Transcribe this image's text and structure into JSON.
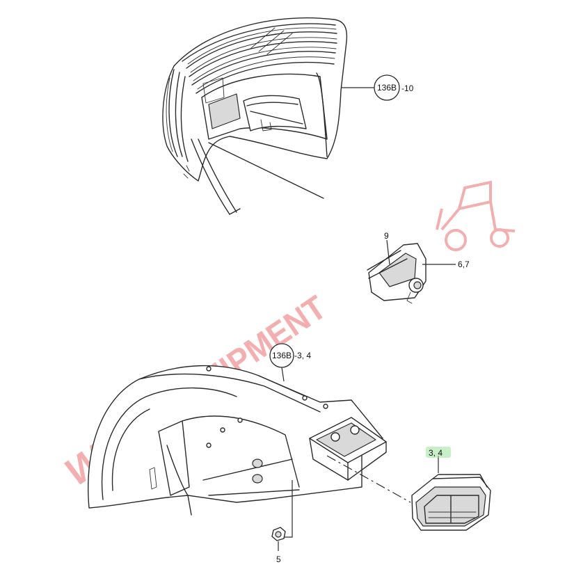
{
  "callouts": {
    "top_panel_ref": "136B",
    "top_panel_num": "-10",
    "bracket_num": "9",
    "bracket_lamp_num": "6,7",
    "fender_ref": "136B",
    "fender_num": "-3, 4",
    "lamp_num": "3, 4",
    "bolt_num": "5"
  },
  "watermark": {
    "brand_script": "Wagner",
    "brand_word": "EQUIPMENT",
    "logo_icon": "tractor-icon"
  },
  "colors": {
    "line": "#2a2a2a",
    "watermark": "#f2a6a6",
    "highlight": "#9be39b"
  }
}
